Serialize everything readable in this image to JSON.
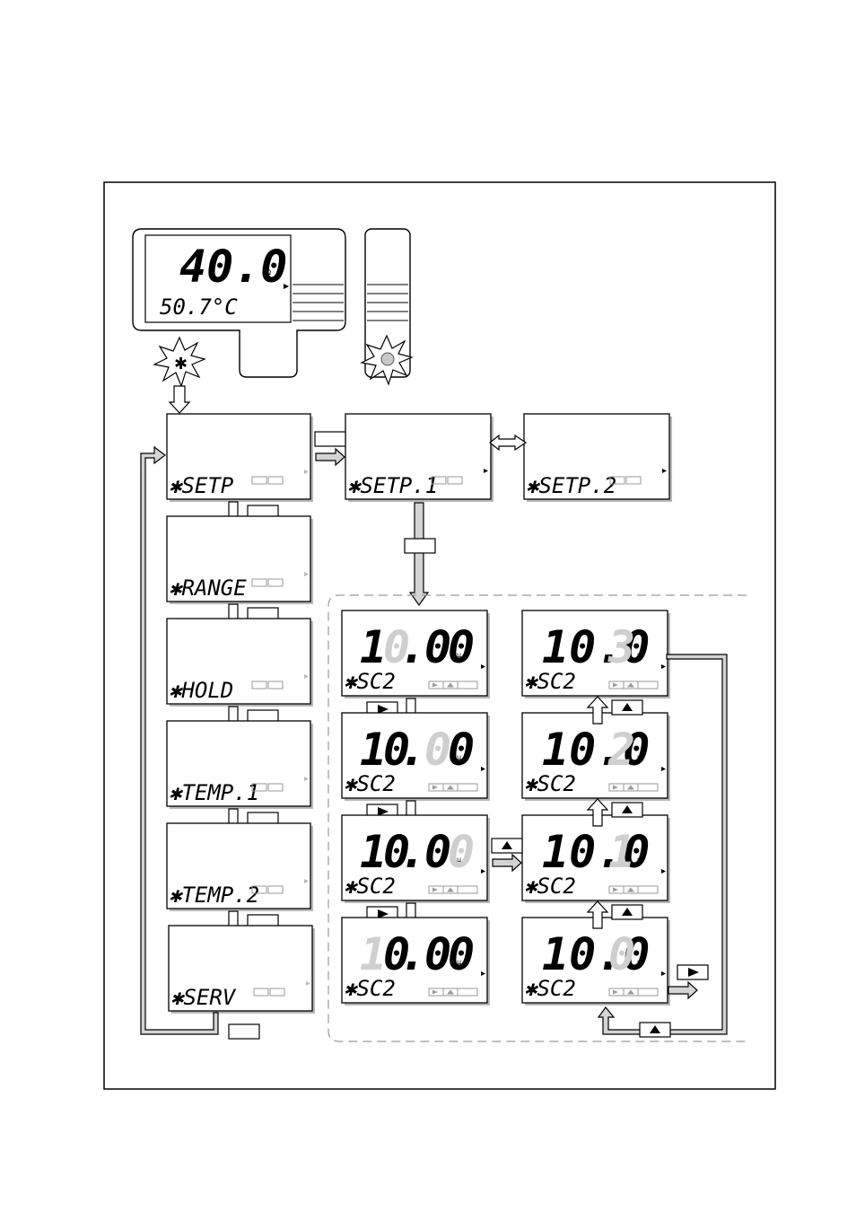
{
  "device": {
    "main_reading": "40.0",
    "unit": "Ω",
    "secondary_reading": "50.7°C",
    "main_indicator": "main-lcd",
    "keypad": "side-keypad"
  },
  "menu": [
    {
      "code": "SETP"
    },
    {
      "code": "RANGE"
    },
    {
      "code": "HOLD"
    },
    {
      "code": "TEMP.1"
    },
    {
      "code": "TEMP.2"
    },
    {
      "code": "SERV"
    }
  ],
  "setpoints": [
    {
      "code": "SETP.1"
    },
    {
      "code": "SETP.2"
    }
  ],
  "edit_screens": {
    "label": "SC2",
    "unit": "μ",
    "left_column": [
      {
        "digits": [
          "1",
          "0",
          ".",
          "0",
          "0"
        ],
        "dim_index": 1
      },
      {
        "digits": [
          "1",
          "0",
          ".",
          "0",
          "0"
        ],
        "dim_index": 3
      },
      {
        "digits": [
          "1",
          "0",
          ".",
          "0",
          "0"
        ],
        "dim_index": 4
      },
      {
        "digits": [
          "1",
          "0",
          ".",
          "0",
          "0"
        ],
        "dim_index": 0
      }
    ],
    "right_column": [
      {
        "value": "10.0",
        "last": "3"
      },
      {
        "value": "10.0",
        "last": "2"
      },
      {
        "value": "10.0",
        "last": "1"
      },
      {
        "value": "10.0",
        "last": "0"
      }
    ]
  },
  "keys": {
    "right": "▶",
    "up": "▲"
  },
  "colors": {
    "dim_digit": "#cfcfcf",
    "arrow_fill": "#d4d4d4",
    "line": "#000000"
  }
}
